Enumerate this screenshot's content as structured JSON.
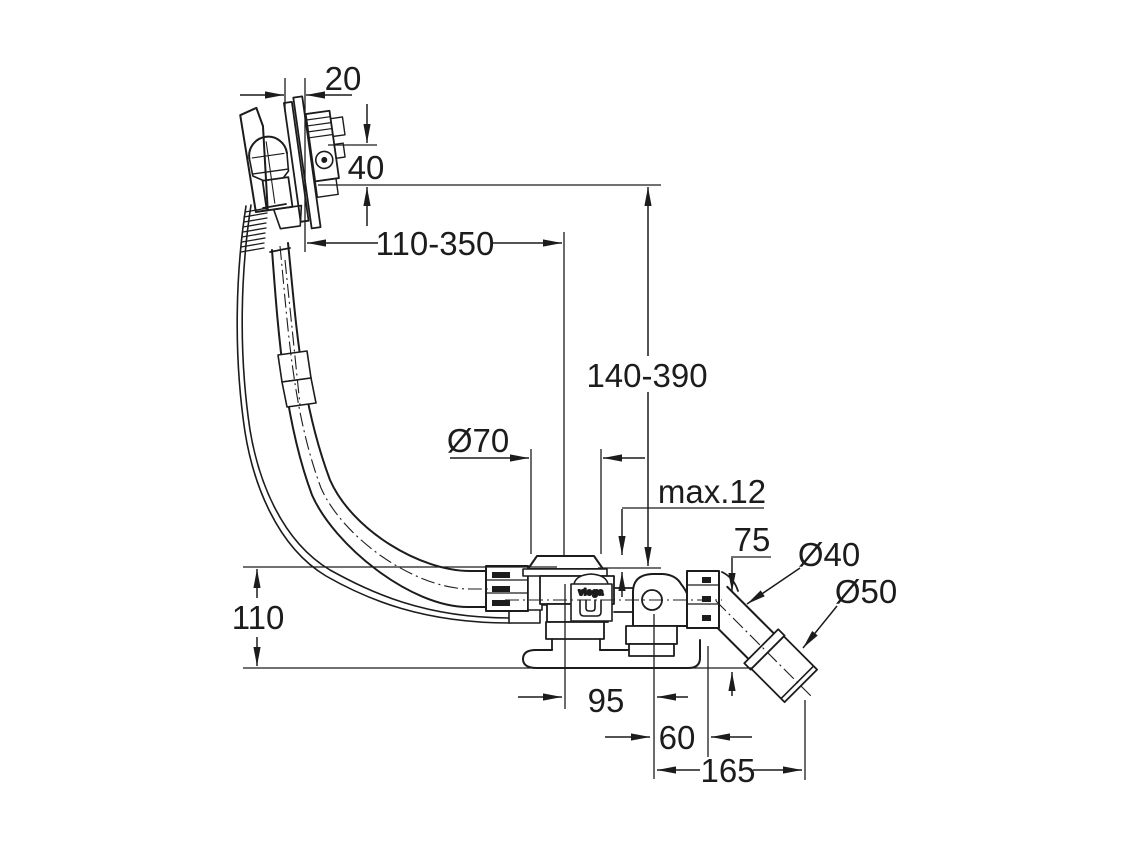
{
  "page": {
    "background": "#ffffff",
    "line_color": "#1c1c1c"
  },
  "drawing": {
    "type": "technical-dimension-drawing",
    "subject": "Bath waste and overflow filler set: rotary overflow knob, flexible filler hose with control cable, waste flange, trap and 45-degree outlet",
    "brand_mark": "viega",
    "dimensions": {
      "knob_depth": "20",
      "knob_drop": "40",
      "horizontal_reach": "110-350",
      "vertical_reach": "140-390",
      "flange_diameter": "Ø70",
      "max_rim_thickness": "max.12",
      "outlet_drop": "75",
      "outlet_diameter": "Ø40",
      "outlet_end_diameter": "Ø50",
      "trap_depth": "110",
      "flange_to_overflow": "95",
      "overflow_to_bend": "60",
      "overflow_to_outlet_end": "165"
    }
  }
}
